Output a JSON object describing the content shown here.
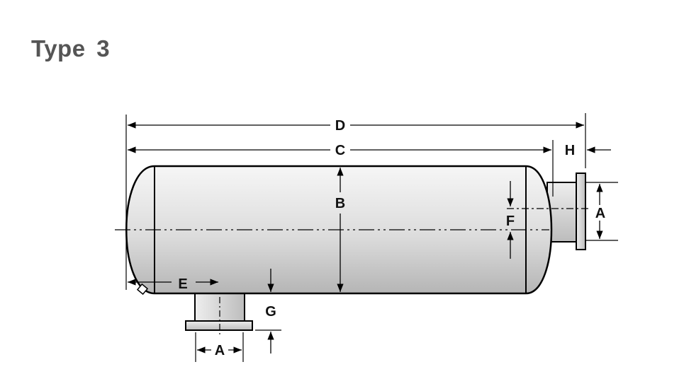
{
  "title": "Type 3",
  "labels": {
    "D": "D",
    "C": "C",
    "H": "H",
    "B": "B",
    "F": "F",
    "A_right": "A",
    "E": "E",
    "G": "G",
    "A_bottom": "A"
  },
  "colors": {
    "title": "#555555",
    "shell_light": "#f2f2f2",
    "shell_dark": "#b8b8b8"
  }
}
